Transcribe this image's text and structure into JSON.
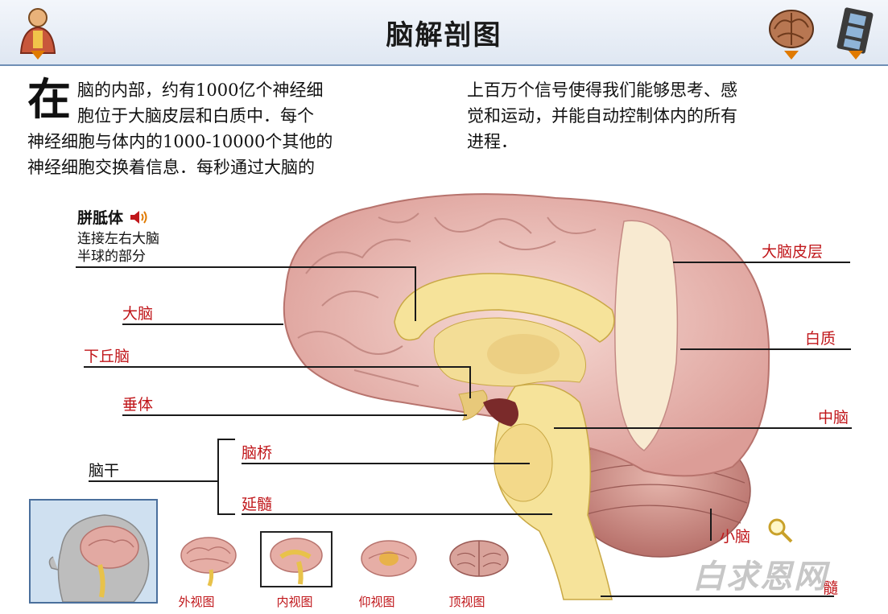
{
  "header": {
    "title": "脑解剖图"
  },
  "intro": {
    "first_char": "在",
    "col1_lines": [
      "脑的内部，约有1000亿个神经细",
      "胞位于大脑皮层和白质中．每个",
      "神经细胞与体内的1000-10000个其他的",
      "神经细胞交换着信息．每秒通过大脑的"
    ],
    "col2_lines": [
      "上百万个信号使得我们能够思考、感",
      "觉和运动，并能自动控制体内的所有",
      "进程．"
    ]
  },
  "labels": {
    "corpus_callosum": "胼胝体",
    "corpus_callosum_desc1": "连接左右大脑",
    "corpus_callosum_desc2": "半球的部分",
    "cerebrum": "大脑",
    "hypothalamus": "下丘脑",
    "pituitary": "垂体",
    "brainstem": "脑干",
    "pons": "脑桥",
    "medulla": "延髓",
    "cortex": "大脑皮层",
    "white_matter": "白质",
    "midbrain": "中脑",
    "cerebellum": "小脑",
    "spinal_fragment": "髓"
  },
  "thumbs": [
    {
      "label": "外视图"
    },
    {
      "label": "内视图"
    },
    {
      "label": "仰视图"
    },
    {
      "label": "顶视图"
    }
  ],
  "watermark": "白求恩网",
  "icons": [
    "anatomy-figure-icon",
    "brain-icon",
    "film-icon",
    "speaker-icon",
    "magnifier-icon"
  ],
  "colors": {
    "label_red": "#c0161a",
    "brain_pink": "#eab8b3",
    "matter_yellow": "#f6e39a",
    "accent_orange": "#e07a00"
  }
}
